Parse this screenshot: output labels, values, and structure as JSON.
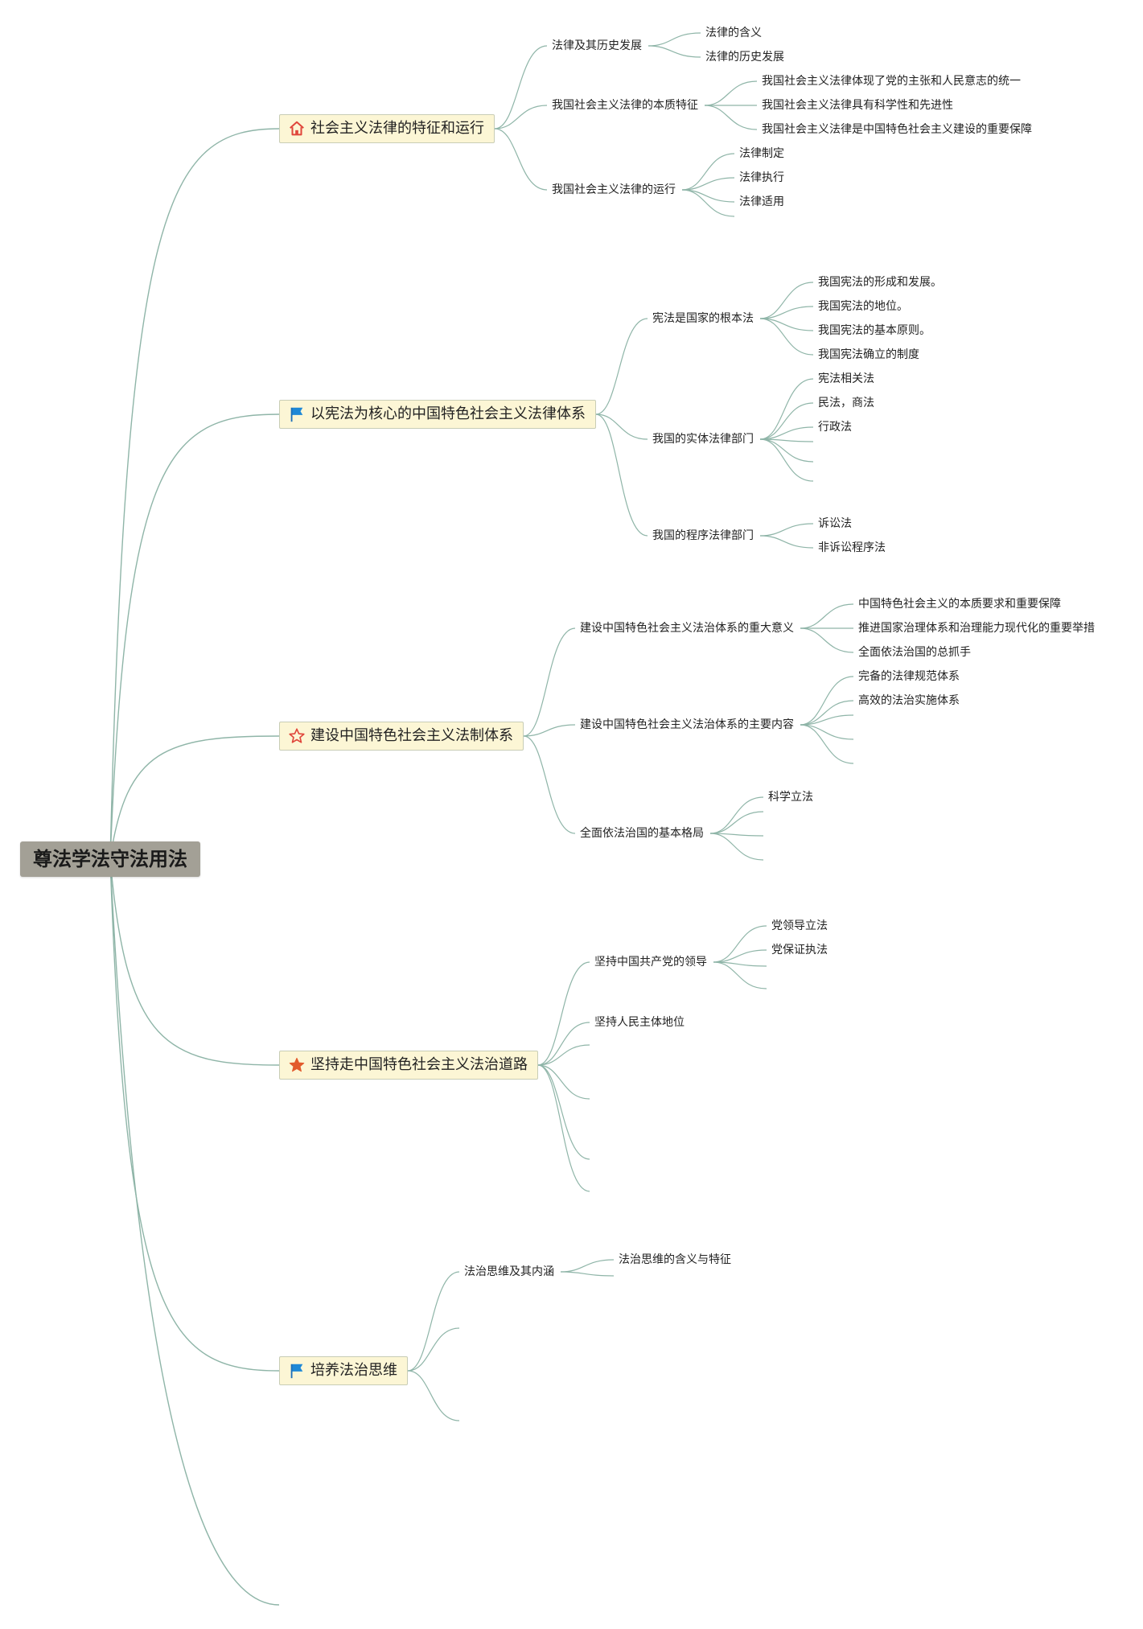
{
  "root": {
    "label": "尊法学法守法用法"
  },
  "colors": {
    "link": "#8fb5a8",
    "main_fill": "#fcf6d5",
    "root_fill": "#a3a096"
  },
  "branches": [
    {
      "label": "社会主义法律的特征和运行",
      "icon": "home-icon",
      "children": [
        {
          "label": "法律及其历史发展",
          "children": [
            "法律的含义",
            "法律的历史发展"
          ]
        },
        {
          "label": "我国社会主义法律的本质特征",
          "children": [
            "我国社会主义法律体现了党的主张和人民意志的统一",
            "我国社会主义法律具有科学性和先进性",
            "我国社会主义法律是中国特色社会主义建设的重要保障"
          ]
        },
        {
          "label": "我国社会主义法律的运行",
          "children": [
            "法律制定",
            "法律执行",
            "法律适用",
            ""
          ]
        }
      ]
    },
    {
      "label": "以宪法为核心的中国特色社会主义法律体系",
      "icon": "flag-icon",
      "children": [
        {
          "label": "宪法是国家的根本法",
          "children": [
            "我国宪法的形成和发展。",
            "我国宪法的地位。",
            "我国宪法的基本原则。",
            "我国宪法确立的制度"
          ]
        },
        {
          "label": "我国的实体法律部门",
          "children": [
            "宪法相关法",
            "民法，商法",
            "行政法",
            "",
            "",
            ""
          ]
        },
        {
          "label": "我国的程序法律部门",
          "children": [
            "诉讼法",
            "非诉讼程序法"
          ]
        }
      ]
    },
    {
      "label": "建设中国特色社会主义法制体系",
      "icon": "star-outline-icon",
      "children": [
        {
          "label": "建设中国特色社会主义法治体系的重大意义",
          "children": [
            "中国特色社会主义的本质要求和重要保障",
            "推进国家治理体系和治理能力现代化的重要举措",
            "全面依法治国的总抓手"
          ]
        },
        {
          "label": "建设中国特色社会主义法治体系的主要内容",
          "children": [
            "完备的法律规范体系",
            "高效的法治实施体系",
            "",
            "",
            ""
          ]
        },
        {
          "label": "全面依法治国的基本格局",
          "children": [
            "科学立法",
            "",
            "",
            ""
          ]
        }
      ]
    },
    {
      "label": "坚持走中国特色社会主义法治道路",
      "icon": "star-filled-icon",
      "children": [
        {
          "label": "坚持中国共产党的领导",
          "children": [
            "党领导立法",
            "党保证执法",
            "",
            ""
          ]
        },
        {
          "label": "坚持人民主体地位",
          "children": []
        },
        {
          "label": "",
          "children": []
        },
        {
          "label": "",
          "children": []
        },
        {
          "label": "",
          "children": []
        },
        {
          "label": "",
          "children": []
        }
      ]
    },
    {
      "label": "培养法治思维",
      "icon": "flag-icon",
      "children": [
        {
          "label": "法治思维及其内涵",
          "children": [
            "法治思维的含义与特征",
            ""
          ]
        },
        {
          "label": "",
          "children": []
        },
        {
          "label": "",
          "children": []
        }
      ]
    }
  ]
}
